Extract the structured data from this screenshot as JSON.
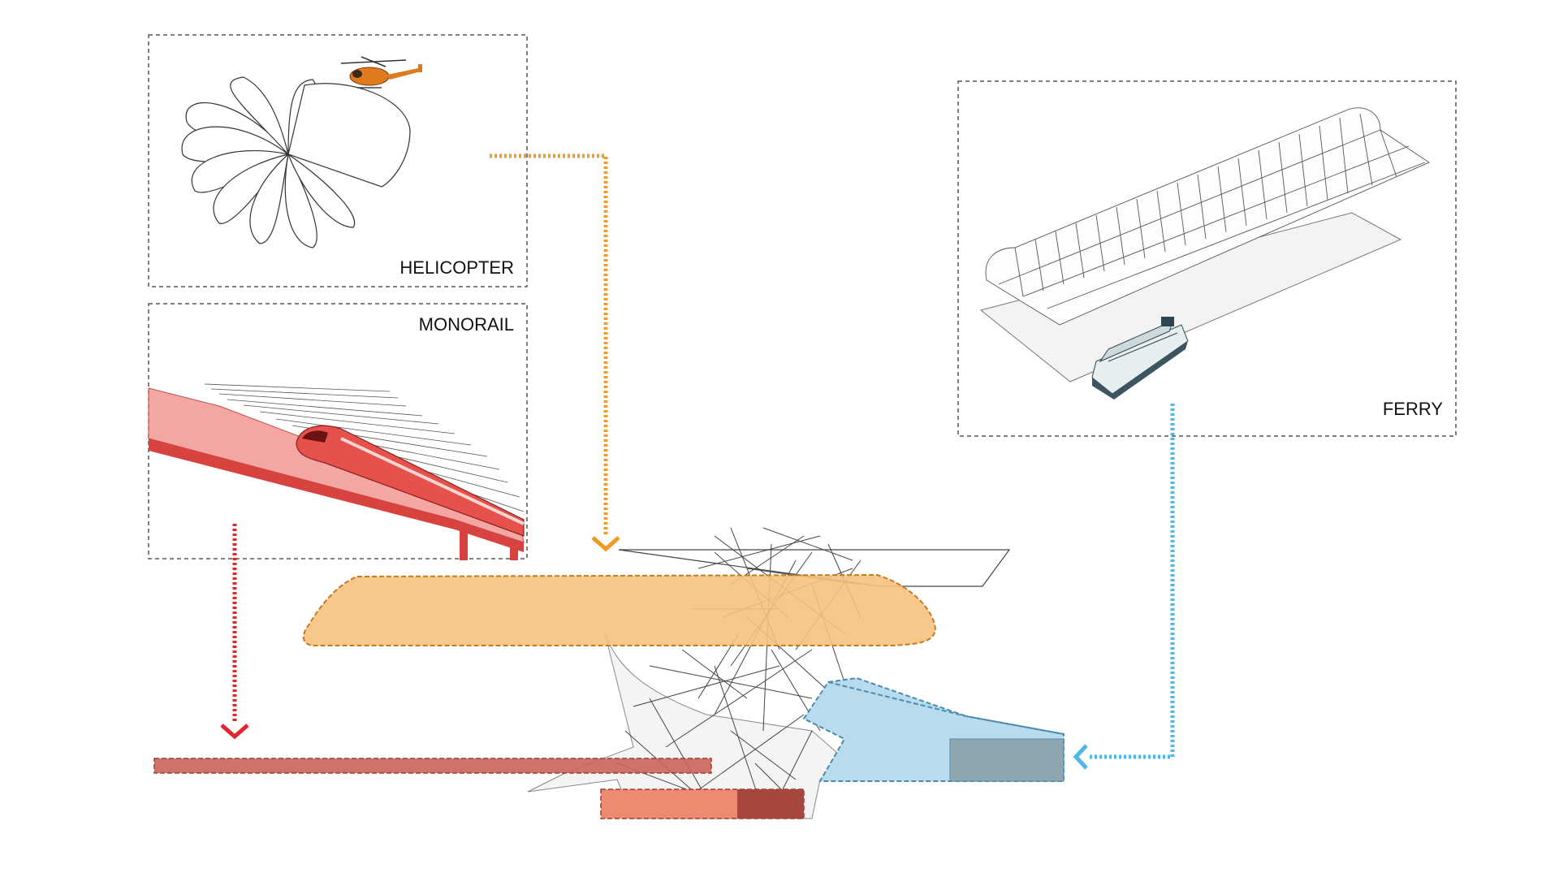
{
  "diagram": {
    "panels": {
      "helicopter": {
        "label": "HELICOPTER",
        "icon": "helicopter-icon"
      },
      "monorail": {
        "label": "MONORAIL",
        "icon": "monorail-train-icon"
      },
      "ferry": {
        "label": "FERRY",
        "icon": "ferry-ship-icon"
      }
    },
    "colors": {
      "helicopter_route": "#f39a23",
      "monorail_route": "#e3262b",
      "ferry_route": "#51b6ea",
      "helipad_fill": "#f6c27e",
      "monorail_platform_fill": "#c9655b",
      "ferry_dock_fill": "#b9dbee",
      "ferry_dock_dark": "#8fa6b0",
      "base_light": "#ec8a72",
      "base_dark": "#a5473d",
      "panel_border": "#555555"
    }
  }
}
